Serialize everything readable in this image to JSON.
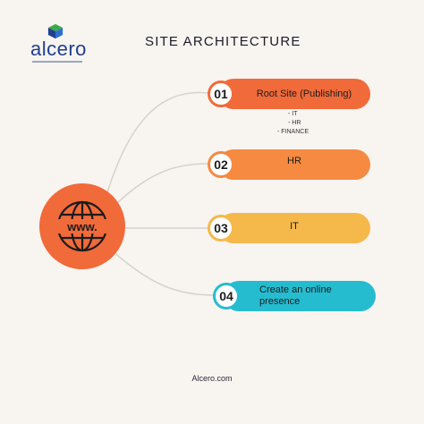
{
  "brand": {
    "name": "alcero",
    "cube_colors": [
      "#3aaa4b",
      "#1f3f8f",
      "#2b6fd0"
    ]
  },
  "title": "SITE ARCHITECTURE",
  "center_icon": {
    "name": "globe-www-icon",
    "label": "www.",
    "color": "#f16a3a"
  },
  "items": [
    {
      "number": "01",
      "label": "Root Site (Publishing)",
      "color": "#f16a3a"
    },
    {
      "number": "02",
      "label": "HR",
      "color": "#f58a40"
    },
    {
      "number": "03",
      "label": "IT",
      "color": "#f5b84a"
    },
    {
      "number": "04",
      "label": "Create an online presence",
      "color": "#26bcd0"
    }
  ],
  "subitems": [
    "- IT",
    "- HR",
    "- FINANCE"
  ],
  "footer": "Alcero.com"
}
